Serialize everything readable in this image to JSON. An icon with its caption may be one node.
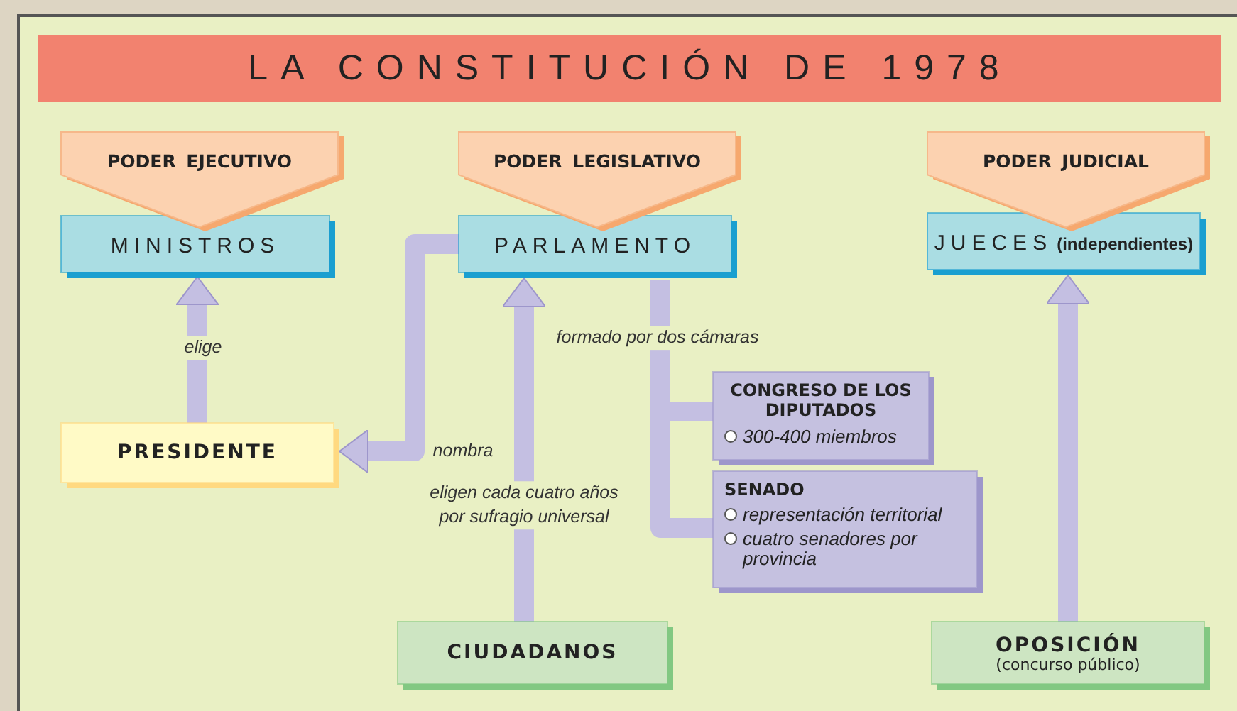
{
  "diagram": {
    "title": "LA CONSTITUCIÓN DE 1978",
    "nodes": [
      {
        "text": [
          "PODER EJECUTIVO"
        ]
      },
      {
        "text": [
          "MINISTROS"
        ]
      },
      {
        "text": [
          "PODER LEGISLATIVO"
        ]
      },
      {
        "text": [
          "PARLAMENTO"
        ]
      },
      {
        "text": [
          "PODER JUDICIAL"
        ]
      },
      {
        "text": [
          "JUECES",
          "(independientes)"
        ]
      },
      {
        "text": [
          "PRESIDENTE"
        ]
      },
      {
        "text": [
          "CIUDADANOS"
        ]
      },
      {
        "text": [
          "CONGRESO DE LOS DIPUTADOS",
          "300-400 miembros"
        ]
      },
      {
        "text": [
          "SENADO",
          "representación territorial",
          "cuatro senadores por provincia"
        ]
      },
      {
        "text": [
          "OPOSICIÓN",
          "(concurso público)"
        ]
      }
    ],
    "edges": [
      {
        "from": 6,
        "to": 1,
        "arrow": "to",
        "label": "elige"
      },
      {
        "from": 3,
        "to": 6,
        "arrow": "to",
        "label": "nombra"
      },
      {
        "from": 7,
        "to": 3,
        "arrow": "to",
        "label": "eligen cada cuatro años por sufragio universal"
      },
      {
        "from": 3,
        "to": 8,
        "arrow": "none",
        "label": "formado por dos cámaras"
      },
      {
        "from": 3,
        "to": 9,
        "arrow": "none"
      },
      {
        "from": 10,
        "to": 5,
        "arrow": "to"
      }
    ]
  }
}
